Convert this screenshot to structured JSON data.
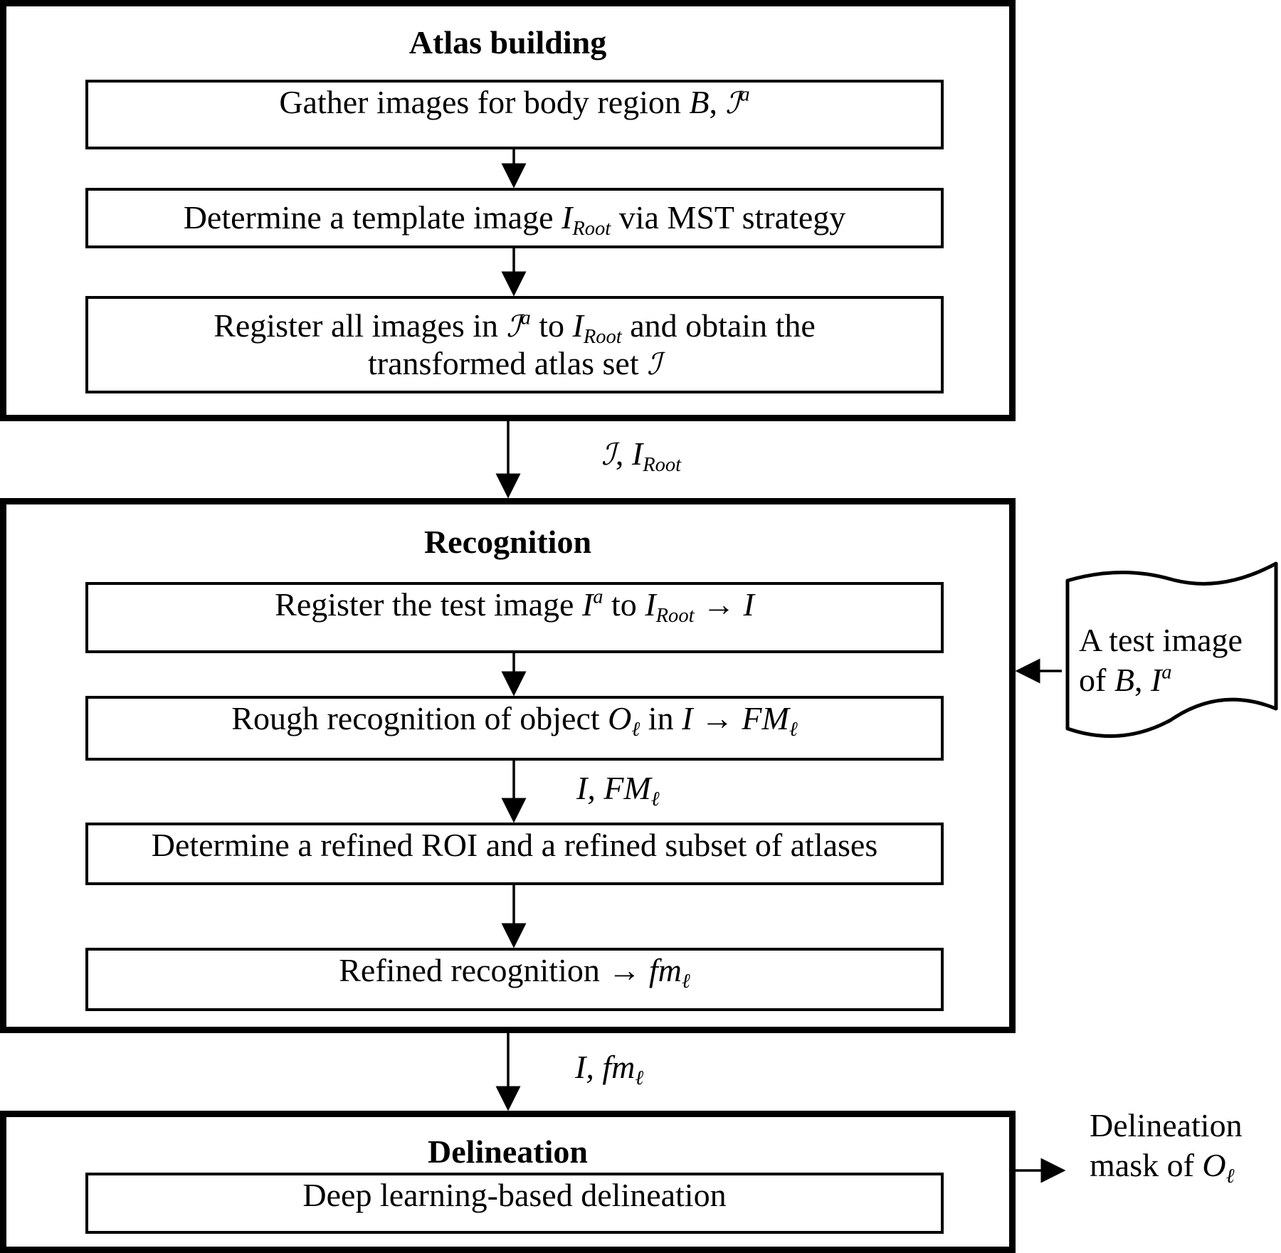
{
  "atlas_building": {
    "title": "Atlas building",
    "step1": {
      "pre": "Gather images for body region ",
      "b": "B",
      "comma": ", ",
      "set": "ℐ",
      "sup": "a"
    },
    "step2": {
      "pre": "Determine a template image ",
      "i": "I",
      "sub": "Root",
      "post": " via MST strategy"
    },
    "step3": {
      "l1_pre": "Register all images in ",
      "l1_set": "ℐ",
      "l1_sup": "a",
      "l1_mid": " to ",
      "l1_i": "I",
      "l1_sub": "Root",
      "l1_post": " and obtain the",
      "l2_pre": "transformed atlas set ",
      "l2_set": "ℐ"
    }
  },
  "flow1": {
    "set": "ℐ",
    "comma": ", ",
    "i": "I",
    "sub": "Root"
  },
  "recognition": {
    "title": "Recognition",
    "step1": {
      "pre": "Register the test image ",
      "i": "I",
      "sup": "a",
      "mid": " to ",
      "i2": "I",
      "sub": "Root",
      "arrow": " → ",
      "i3": "I"
    },
    "step2": {
      "pre": "Rough recognition of object ",
      "o": "O",
      "o_sub": "ℓ",
      "mid": " in ",
      "i": "I",
      "arrow": " → ",
      "fm": "FM",
      "fm_sub": "ℓ"
    },
    "flow": {
      "i": "I",
      "comma": ", ",
      "fm": "FM",
      "fm_sub": "ℓ"
    },
    "step3": {
      "text": "Determine a refined ROI and a refined subset of atlases"
    },
    "step4": {
      "pre": "Refined recognition",
      "arrow": " → ",
      "fm": "fm",
      "fm_sub": "ℓ"
    }
  },
  "test_image": {
    "l1": "A test image",
    "l2_pre": "of ",
    "b": "B",
    "comma": ", ",
    "i": "I",
    "sup": "a"
  },
  "flow2": {
    "i": "I",
    "comma": ", ",
    "fm": "fm",
    "fm_sub": "ℓ"
  },
  "delineation": {
    "title": "Delineation",
    "step1": {
      "text": "Deep learning-based delineation"
    }
  },
  "output": {
    "l1": "Delineation",
    "l2_pre": "mask of ",
    "o": "O",
    "o_sub": "ℓ"
  }
}
